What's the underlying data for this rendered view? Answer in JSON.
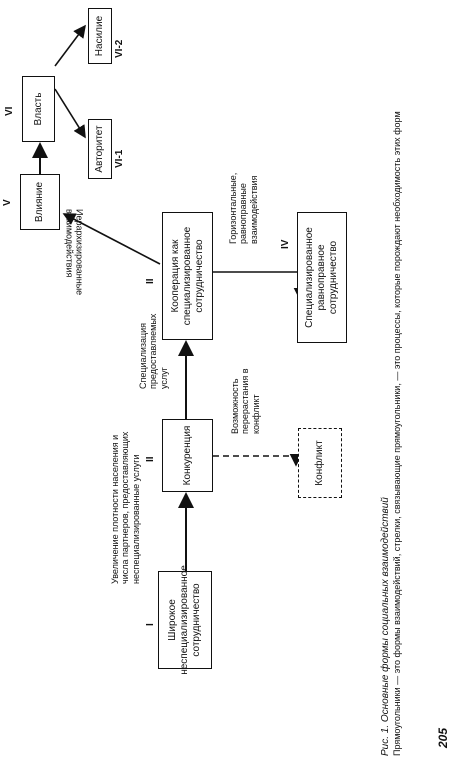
{
  "roman": {
    "r1": "I",
    "r2a": "II",
    "r2b": "II",
    "r4": "IV",
    "r5": "V",
    "r6": "VI",
    "r6_1": "VI-1",
    "r6_2": "VI-2"
  },
  "boxes": {
    "broad": "Широкое неспециализированное сотрудничество",
    "competition": "Конкуренция",
    "cooperation": "Кооперация как специализированное сотрудничество",
    "influence": "Влияние",
    "power": "Власть",
    "authority": "Авторитет",
    "violence": "Насилие",
    "equal": "Специализированное равноправное сотрудничество",
    "conflict": "Конфликт"
  },
  "labels": {
    "density": "Увеличение плотности населения и числа партнеров, предоставляющих неспециализированные услуги",
    "specialization": "Специализация предоставляемых услуг",
    "hierarchical": "Иерархизированные взаимодействия",
    "horizontal": "Горизонтальные, равноправные взаимодействия",
    "escalation": "Возможность перерастания в конфликт"
  },
  "caption": {
    "title": "Рис. 1. Основные формы социальных взаимодействий",
    "text": "Прямоугольники — это формы взаимодействий, стрелки, связывающие прямоугольники, — это процессы, которые порождают необходимость этих форм"
  },
  "page_number": "205"
}
